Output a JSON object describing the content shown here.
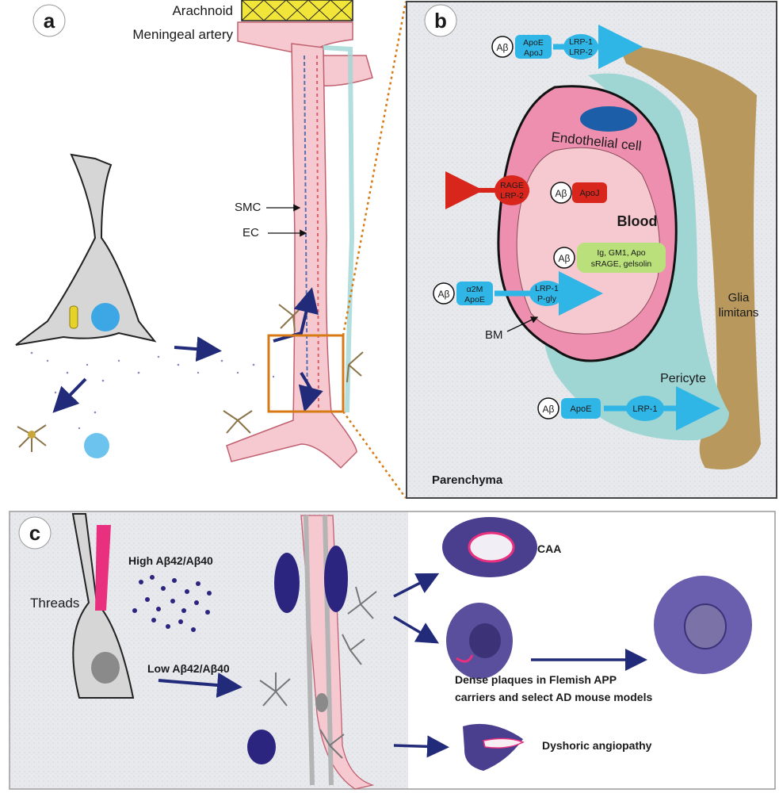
{
  "panel_a": {
    "letter": "a",
    "arachnoid": "Arachnoid",
    "meningeal_artery": "Meningeal artery",
    "smc": "SMC",
    "ec": "EC"
  },
  "panel_b": {
    "letter": "b",
    "abeta": "Aβ",
    "top_carrier_1": "ApoE",
    "top_carrier_2": "ApoJ",
    "top_receptor_1": "LRP-1",
    "top_receptor_2": "LRP-2",
    "endothelial_cell": "Endothelial cell",
    "rage_1": "RAGE",
    "rage_2": "LRP-2",
    "apoj": "ApoJ",
    "blood": "Blood",
    "green_1": "Ig, GM1, Apo",
    "green_2": "sRAGE, gelsolin",
    "a2m_1": "α2M",
    "a2m_2": "ApoE",
    "lrp1_pgly_1": "LRP-1",
    "lrp1_pgly_2": "P-gly",
    "bm": "BM",
    "glia_1": "Glia",
    "glia_2": "limitans",
    "pericyte": "Pericyte",
    "bottom_carrier": "ApoE",
    "bottom_receptor": "LRP-1",
    "parenchyma": "Parenchyma"
  },
  "panel_c": {
    "letter": "c",
    "threads": "Threads",
    "high_ratio": "High Aβ42/Aβ40",
    "low_ratio": "Low Aβ42/Aβ40",
    "caa": "CAA",
    "dense_1": "Dense plaques in Flemish APP",
    "dense_2": "carriers and select AD mouse models",
    "dyshoric": "Dyshoric angiopathy"
  },
  "colors": {
    "panel_bg": "#e6e8ec",
    "vessel_pink": "#f6c9d0",
    "endothelial_pink": "#ee8fb0",
    "pericyte_teal": "#9fd6d4",
    "glia_tan": "#b8985c",
    "receptor_blue": "#2fb6e6",
    "rage_red": "#d8261c",
    "green_box": "#b9e07a",
    "arrow_navy": "#222a7a",
    "plaque_purple": "#2c2580",
    "thread_pink": "#e8307e",
    "orange": "#d77a16"
  }
}
